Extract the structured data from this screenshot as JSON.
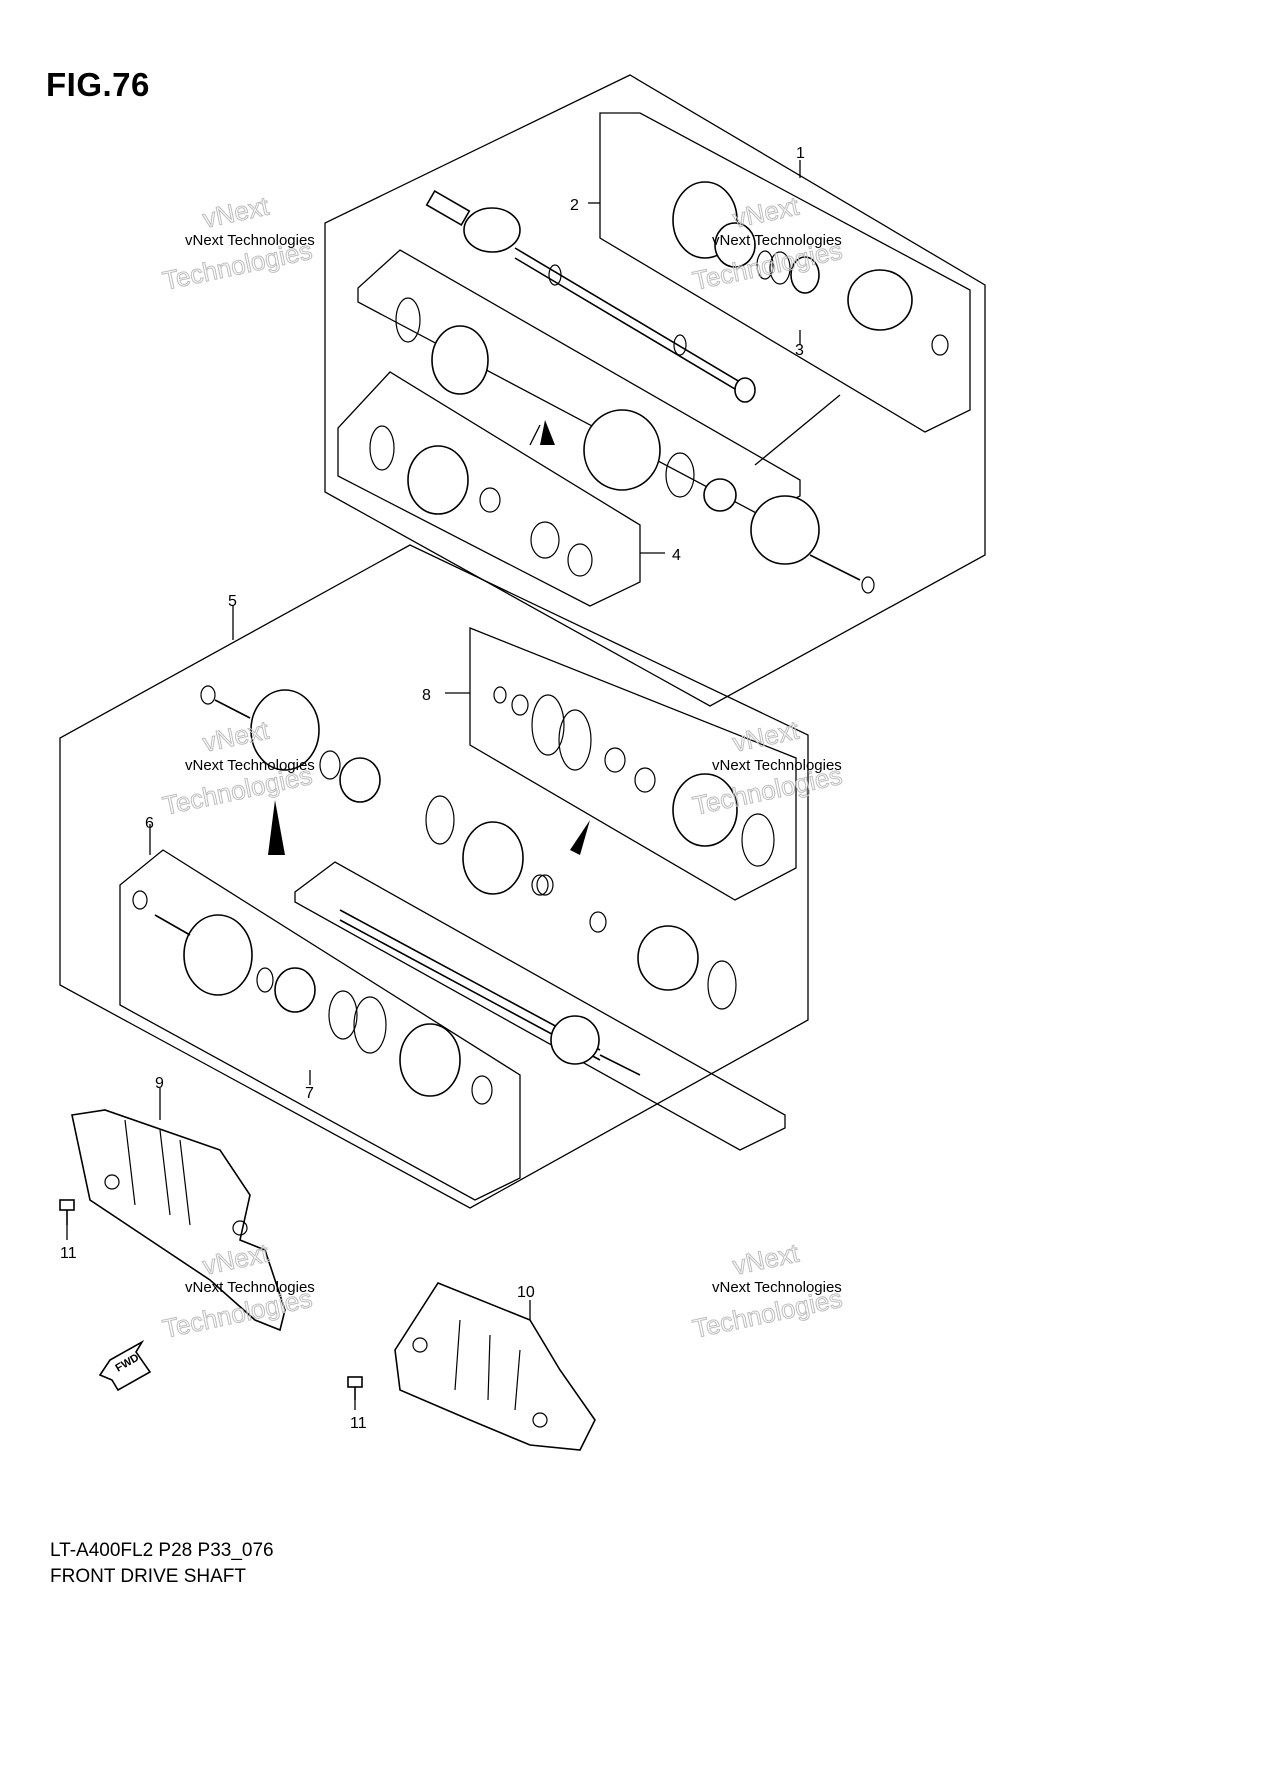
{
  "figure": {
    "title": "FIG.76"
  },
  "callouts": {
    "c1": "1",
    "c2": "2",
    "c3": "3",
    "c4": "4",
    "c5": "5",
    "c6": "6",
    "c7": "7",
    "c8": "8",
    "c9": "9",
    "c10": "10",
    "c11a": "11",
    "c11b": "11"
  },
  "watermark": {
    "company": "vNext Technologies",
    "line1": "vNext",
    "line2": "Technologies"
  },
  "fwd_label": "FWD",
  "footer": {
    "model_code": "LT-A400FL2 P28 P33_076",
    "section_name": "FRONT DRIVE SHAFT"
  }
}
